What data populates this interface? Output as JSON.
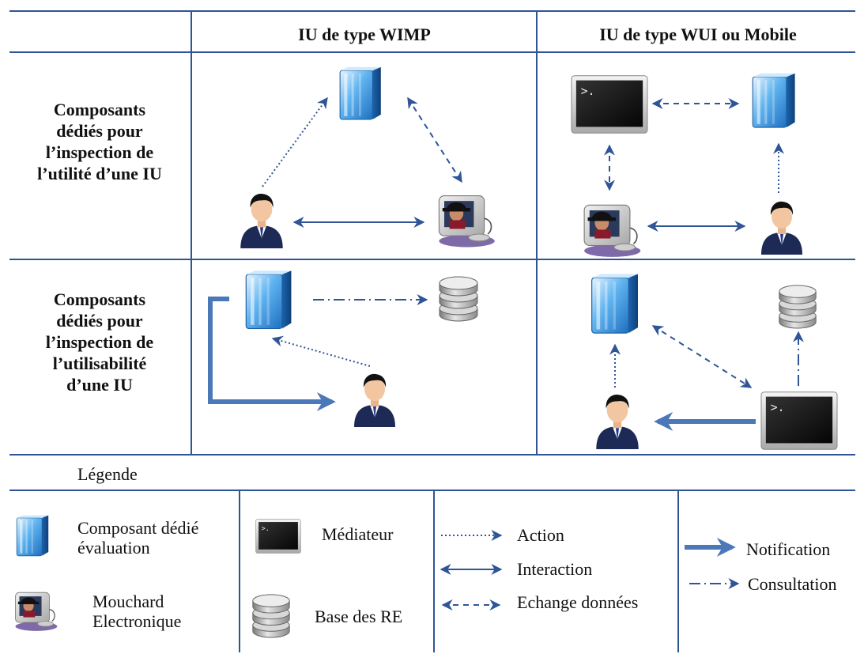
{
  "columns": {
    "wimp": "IU de type WIMP",
    "wui": "IU de type WUI ou Mobile"
  },
  "rows": {
    "utilite": [
      "Composants",
      "dédiés pour",
      "l’inspection de",
      "l’utilité d’une IU"
    ],
    "utilisabilite": [
      "Composants",
      "dédiés pour",
      "l’inspection de",
      "l’utilisabilité",
      "d’une IU"
    ]
  },
  "legend": {
    "title": "Légende",
    "composant": [
      "Composant dédié",
      "évaluation"
    ],
    "mouchard": [
      "Mouchard",
      "Electronique"
    ],
    "mediateur": "Médiateur",
    "base": "Base des RE",
    "action": "Action",
    "interaction": "Interaction",
    "echange": "Echange données",
    "notification": "Notification",
    "consultation": "Consultation"
  },
  "terminal_prompt": ">.",
  "colors": {
    "grid_line": "#2f5597",
    "arrow": "#2f5597",
    "thick_arrow": "#4a78b8",
    "component_blue": "#3d8fd6",
    "terminal_dark": "#1a1a1a",
    "suit": "#1c2a55"
  }
}
